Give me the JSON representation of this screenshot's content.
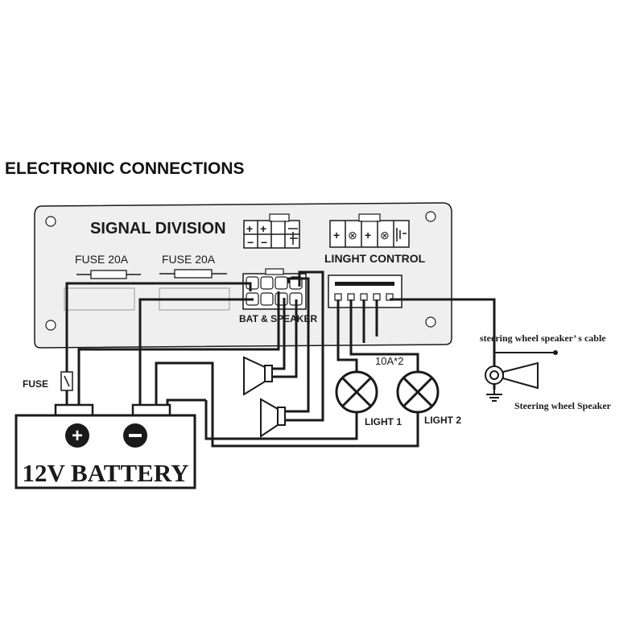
{
  "title": "ELECTRONIC CONNECTIONS",
  "panel": {
    "name": "SIGNAL DIVISION",
    "fuse_left": "FUSE  20A",
    "fuse_right": "FUSE  20A",
    "bat_speaker": "BAT & SPEAKER",
    "light_control": "LINGHT CONTROL",
    "top_connector_symbols": [
      "+",
      "+",
      "−",
      "−"
    ],
    "light_connector_symbols": [
      "+",
      "⊗",
      "+",
      "⊗",
      "⊣"
    ]
  },
  "inline_fuse": "FUSE",
  "battery": {
    "label": "12V BATTERY",
    "plus": "+",
    "minus": "−"
  },
  "lights": {
    "rating": "10A*2",
    "light1": "LIGHT 1",
    "light2": "LIGHT 2"
  },
  "steering": {
    "cable": "steering wheel speaker’ s cable",
    "speaker": "Steering wheel Speaker"
  },
  "colors": {
    "line": "#1a1a1a",
    "panel_fill": "#f0f0f0",
    "battery_fill": "#ffffff"
  }
}
